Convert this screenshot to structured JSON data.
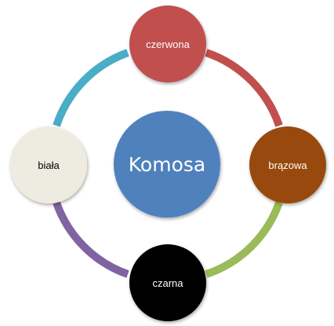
{
  "center": {
    "label": "Komosa",
    "color": "#4f81bd",
    "text_color": "#ffffff"
  },
  "nodes": [
    {
      "label": "czerwona",
      "color": "#c0504d",
      "text_color": "#ffffff"
    },
    {
      "label": "brązowa",
      "color": "#984807",
      "text_color": "#ffffff"
    },
    {
      "label": "czarna",
      "color": "#000000",
      "text_color": "#ffffff"
    },
    {
      "label": "biała",
      "color": "#eeece1",
      "text_color": "#000000"
    }
  ],
  "arcs": [
    {
      "from": "czerwona",
      "to": "brązowa",
      "color": "#c0504d"
    },
    {
      "from": "brązowa",
      "to": "czarna",
      "color": "#9bbb59"
    },
    {
      "from": "czarna",
      "to": "biała",
      "color": "#8064a2"
    },
    {
      "from": "biała",
      "to": "czerwona",
      "color": "#4bacc6"
    }
  ]
}
